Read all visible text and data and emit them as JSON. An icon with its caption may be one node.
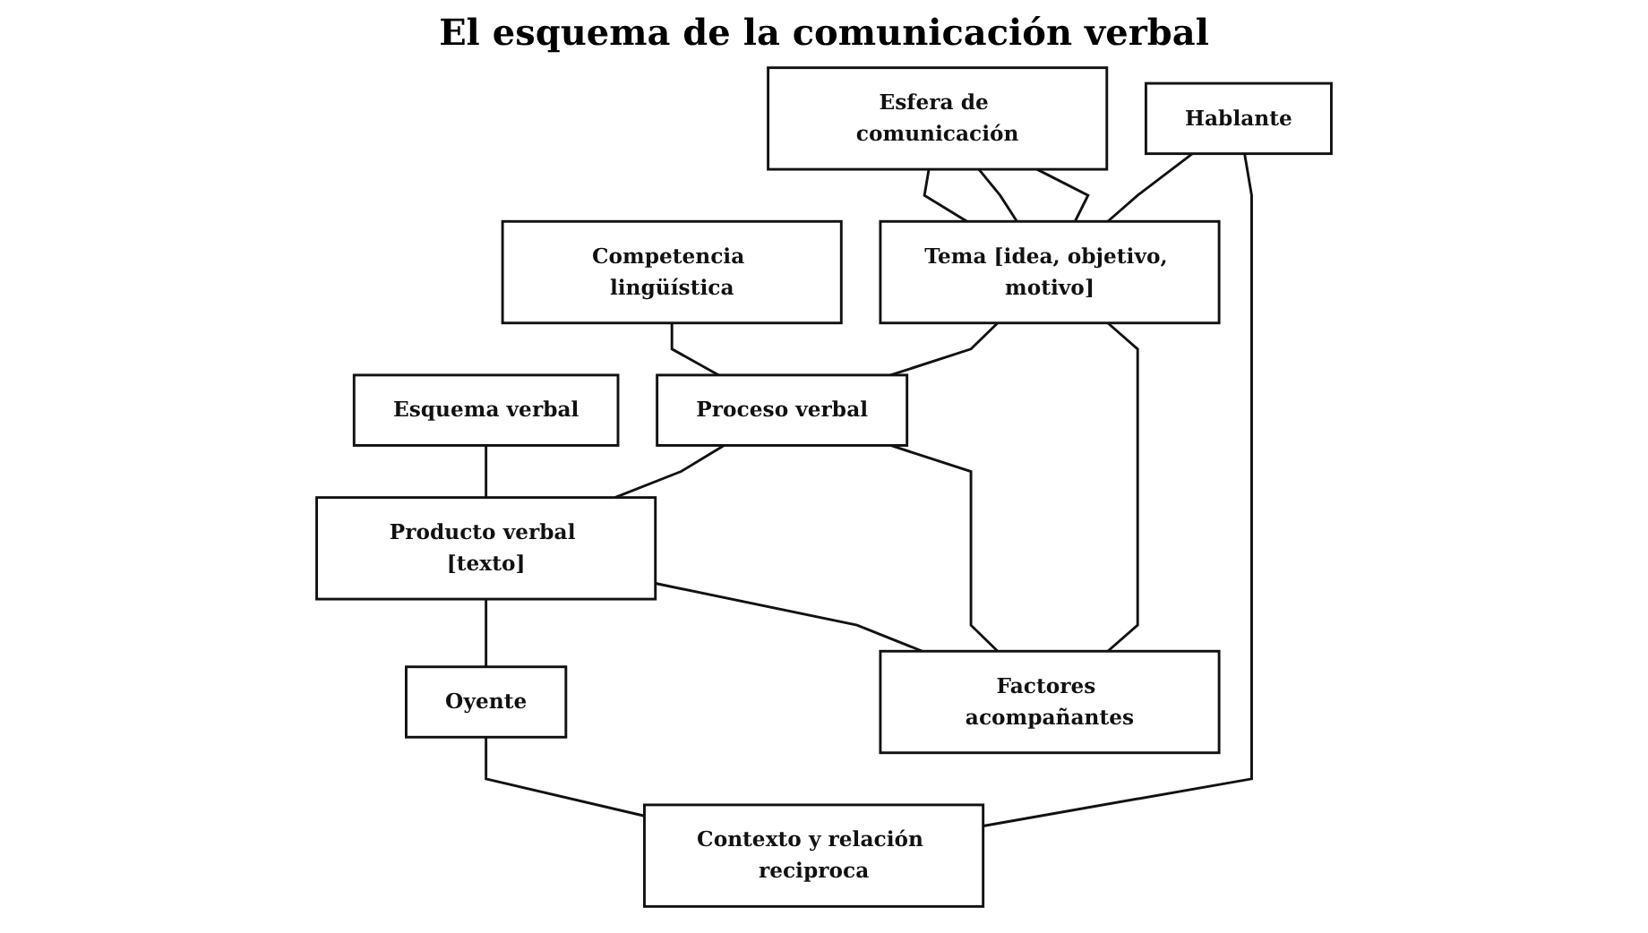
{
  "diagram": {
    "title": "El esquema de la comunicación verbal",
    "nodes": [
      {
        "text": [
          "Esfera de comunicación"
        ]
      },
      {
        "text": [
          "Competencia lingüística"
        ]
      },
      {
        "text": [
          "Esquema verbal"
        ]
      },
      {
        "text": [
          "Hablante"
        ]
      },
      {
        "text": [
          "Tema [idea, objetivo, motivo]"
        ]
      },
      {
        "text": [
          "Proceso verbal"
        ]
      },
      {
        "text": [
          "Producto verbal [texto]"
        ]
      },
      {
        "text": [
          "Oyente"
        ]
      },
      {
        "text": [
          "Factores acompañantes"
        ]
      },
      {
        "text": [
          "Contexto y relación reciproca"
        ]
      }
    ],
    "edges": [
      {
        "from": 0,
        "to": 4,
        "arrow": "none"
      },
      {
        "from": 0,
        "to": 4,
        "arrow": "none"
      },
      {
        "from": 0,
        "to": 4,
        "arrow": "none"
      },
      {
        "from": 1,
        "to": 5,
        "arrow": "none"
      },
      {
        "from": 2,
        "to": 6,
        "arrow": "none"
      },
      {
        "from": 3,
        "to": 4,
        "arrow": "none"
      },
      {
        "from": 4,
        "to": 5,
        "arrow": "none"
      },
      {
        "from": 5,
        "to": 6,
        "arrow": "none"
      },
      {
        "from": 6,
        "to": 7,
        "arrow": "none"
      },
      {
        "from": 4,
        "to": 8,
        "arrow": "none"
      },
      {
        "from": 5,
        "to": 8,
        "arrow": "none"
      },
      {
        "from": 6,
        "to": 8,
        "arrow": "none"
      },
      {
        "from": 3,
        "to": 9,
        "arrow": "none"
      },
      {
        "from": 7,
        "to": 9,
        "arrow": "none"
      }
    ]
  }
}
